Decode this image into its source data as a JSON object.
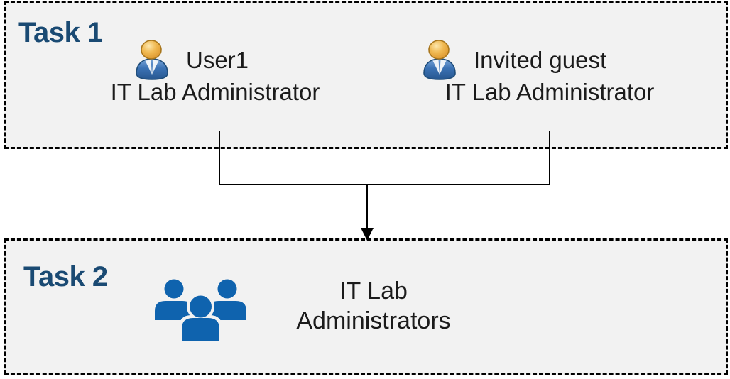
{
  "diagram": {
    "task1": {
      "label": "Task 1",
      "users": [
        {
          "name": "User1",
          "role": "IT Lab Administrator",
          "icon": "user-icon"
        },
        {
          "name": "Invited guest",
          "role": "IT Lab Administrator",
          "icon": "user-icon"
        }
      ]
    },
    "task2": {
      "label": "Task 2",
      "group": {
        "icon": "group-people-icon",
        "name": "IT Lab Administrators",
        "name_lines": [
          "IT Lab",
          "Administrators"
        ]
      }
    },
    "connector": {
      "type": "merge-arrow",
      "from": [
        "User1",
        "Invited guest"
      ],
      "to": "IT Lab Administrators"
    },
    "colors": {
      "box_background": "#f2f2f2",
      "box_border": "#000000",
      "task_label": "#1a4a73",
      "body_text": "#1b1b1b",
      "connector": "#000000",
      "group_icon_blue": "#0f63ae",
      "user_icon_body_blue": "#3b72b4",
      "user_icon_head_gold": "#f0b952"
    }
  }
}
